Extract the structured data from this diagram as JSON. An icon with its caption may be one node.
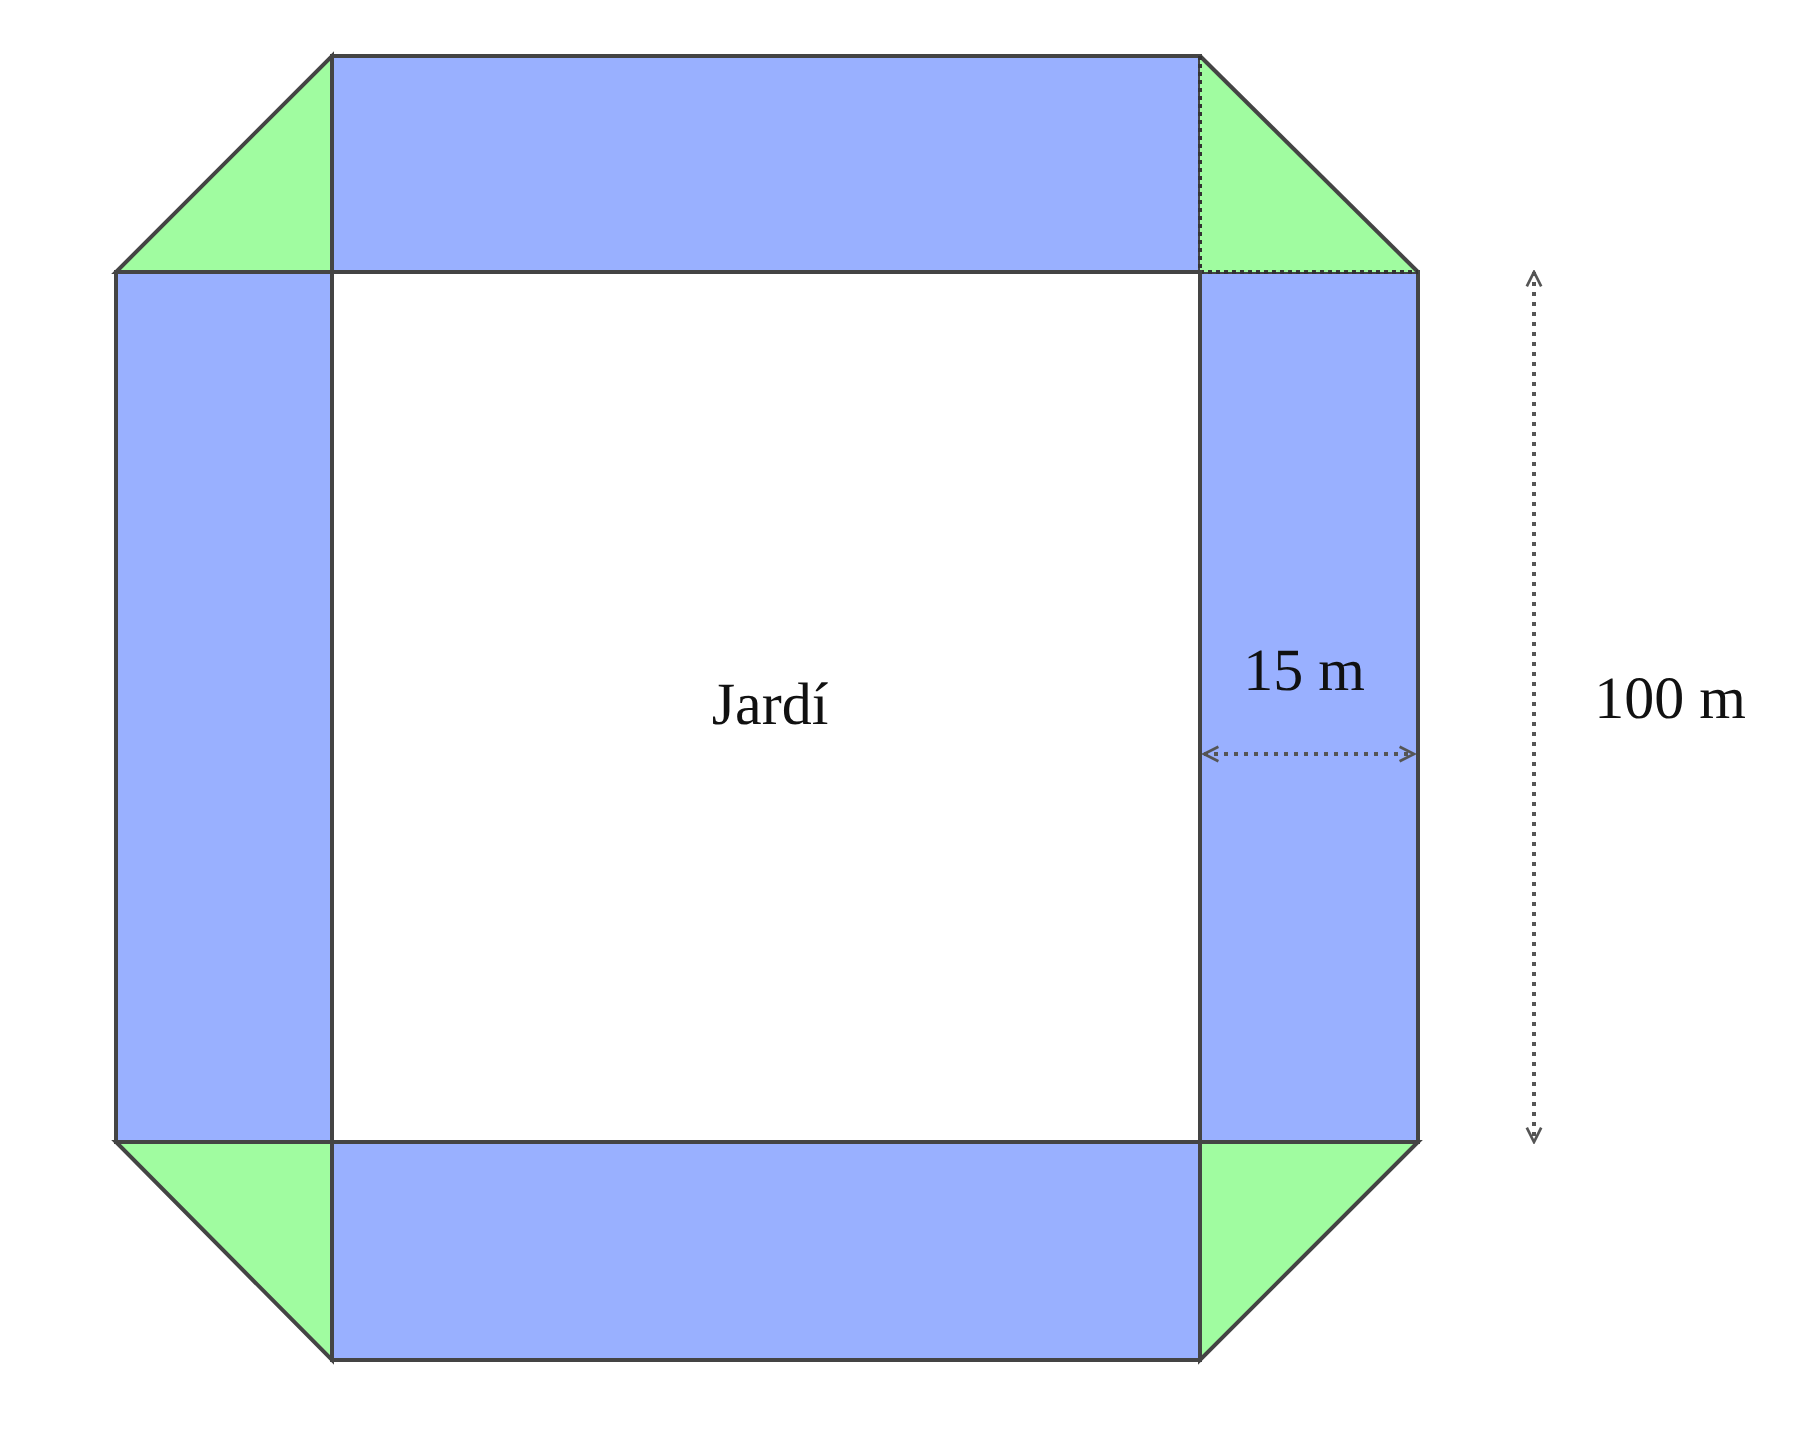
{
  "diagram": {
    "nodes": [
      {
        "text": [
          "Jardí"
        ]
      }
    ],
    "labels": [
      "15 m",
      "100 m"
    ]
  }
}
